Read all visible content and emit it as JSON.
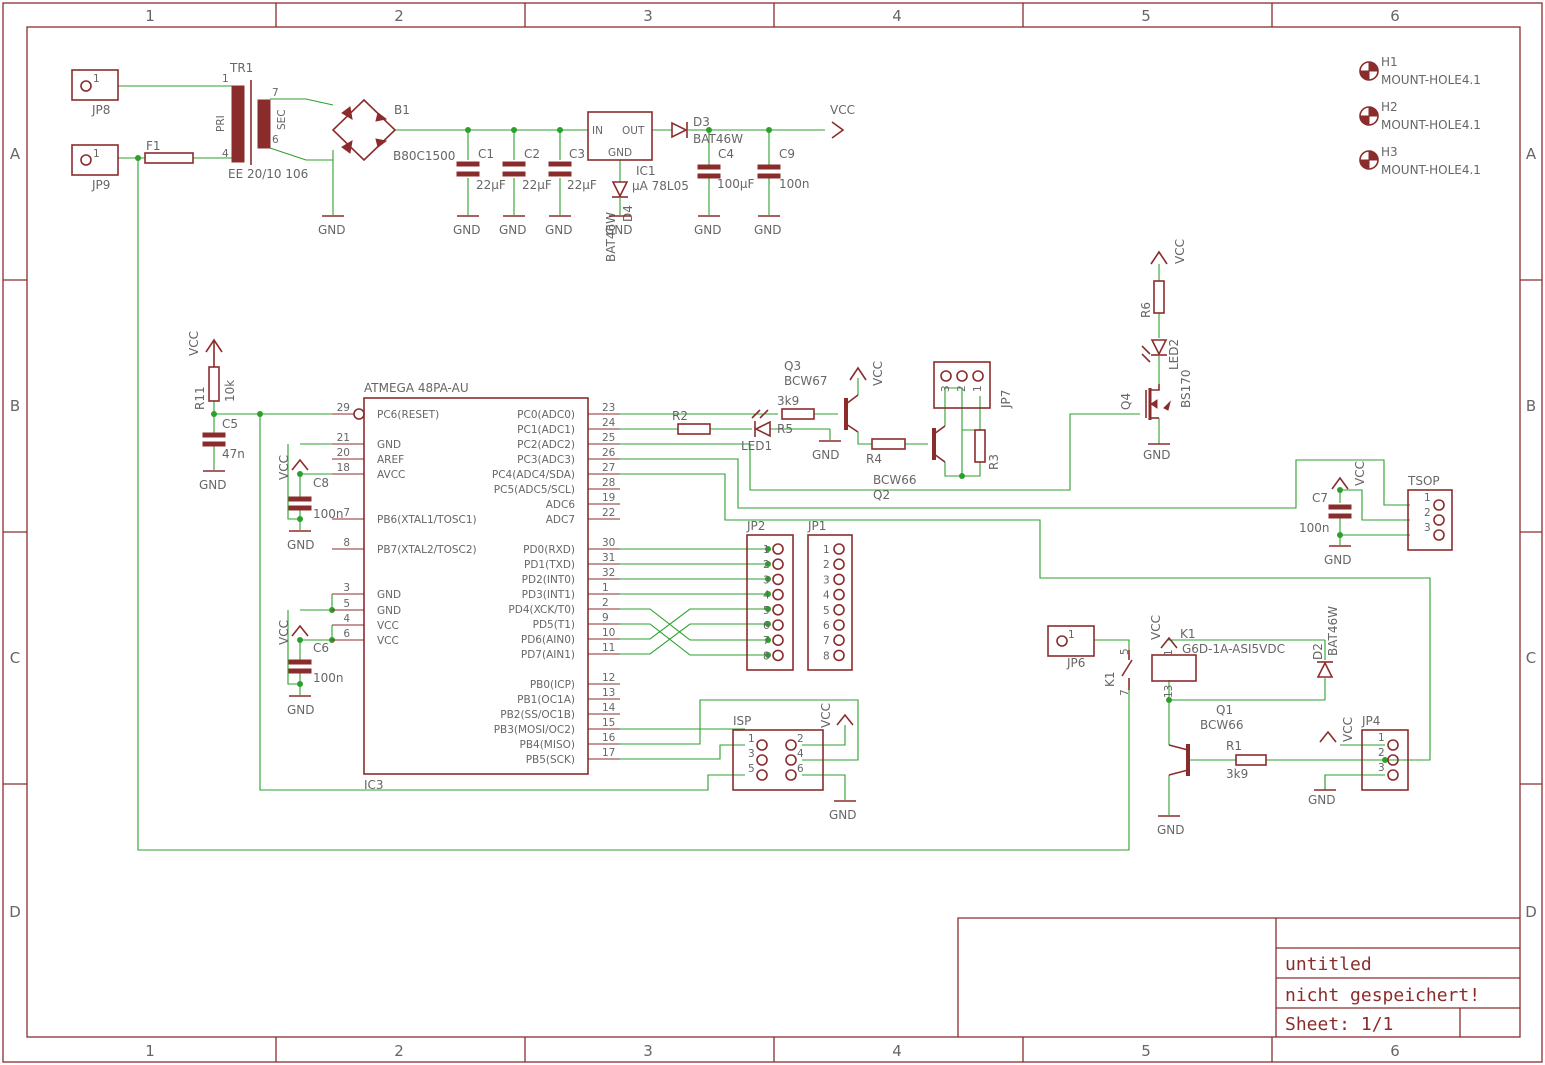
{
  "frame": {
    "columns": [
      "1",
      "2",
      "3",
      "4",
      "5",
      "6"
    ],
    "rows": [
      "A",
      "B",
      "C",
      "D"
    ]
  },
  "title_block": {
    "name": "untitled",
    "status": "nicht gespeichert!",
    "sheet": "Sheet: 1/1"
  },
  "mount_holes": [
    {
      "ref": "H1",
      "value": "MOUNT-HOLE4.1"
    },
    {
      "ref": "H2",
      "value": "MOUNT-HOLE4.1"
    },
    {
      "ref": "H3",
      "value": "MOUNT-HOLE4.1"
    }
  ],
  "nets": {
    "gnd": "GND",
    "vcc": "VCC"
  },
  "parts": {
    "jp8": "JP8",
    "jp9": "JP9",
    "jp6": "JP6",
    "jp4": "JP4",
    "jp7": "JP7",
    "jp2": "JP2",
    "jp1": "JP1",
    "tsop": "TSOP",
    "isp": "ISP",
    "tr1": "TR1",
    "tr1_val": "EE 20/10 106",
    "tr1_pri": "PRI",
    "tr1_sec": "SEC",
    "f1": "F1",
    "b1": "B1",
    "b1_val": "B80C1500",
    "c1": "C1",
    "c2": "C2",
    "c3": "C3",
    "c1_val": "22µF",
    "c2_val": "22µF",
    "c3_val": "22µF",
    "ic1": "IC1",
    "ic1_val": "µA 78L05",
    "ic1_in": "IN",
    "ic1_out": "OUT",
    "ic1_gnd": "GND",
    "d3": "D3",
    "d3_val": "BAT46W",
    "d4": "D4",
    "d4_val": "BAT46W",
    "c4": "C4",
    "c4_val": "100µF",
    "c9": "C9",
    "c9_val": "100n",
    "r11": "R11",
    "r11_val": "10k",
    "c5": "C5",
    "c5_val": "47n",
    "c8": "C8",
    "c8_val": "100n",
    "c6": "C6",
    "c6_val": "100n",
    "ic3": "IC3",
    "ic3_val": "ATMEGA 48PA-AU",
    "r2": "R2",
    "led1": "LED1",
    "r5": "R5",
    "r5_val": "3k9",
    "q3": "Q3",
    "q3_val": "BCW67",
    "r4": "R4",
    "r3": "R3",
    "q2": "Q2",
    "q2_val": "BCW66",
    "r6": "R6",
    "led2": "LED2",
    "q4": "Q4",
    "q4_val": "BS170",
    "c7": "C7",
    "c7_val": "100n",
    "k1": "K1",
    "k1_val": "G6D-1A-ASI5VDC",
    "d2": "D2",
    "d2_val": "BAT46W",
    "q1": "Q1",
    "q1_val": "BCW66",
    "r1": "R1",
    "r1_val": "3k9"
  },
  "ic3_left_pins": [
    {
      "num": "29",
      "name": "PC6(RESET)"
    },
    {
      "num": "21",
      "name": "GND"
    },
    {
      "num": "20",
      "name": "AREF"
    },
    {
      "num": "18",
      "name": "AVCC"
    },
    {
      "num": "7",
      "name": "PB6(XTAL1/TOSC1)"
    },
    {
      "num": "8",
      "name": "PB7(XTAL2/TOSC2)"
    },
    {
      "num": "3",
      "name": "GND"
    },
    {
      "num": "5",
      "name": "GND"
    },
    {
      "num": "4",
      "name": "VCC"
    },
    {
      "num": "6",
      "name": "VCC"
    }
  ],
  "ic3_right_pins": [
    {
      "num": "23",
      "name": "PC0(ADC0)"
    },
    {
      "num": "24",
      "name": "PC1(ADC1)"
    },
    {
      "num": "25",
      "name": "PC2(ADC2)"
    },
    {
      "num": "26",
      "name": "PC3(ADC3)"
    },
    {
      "num": "27",
      "name": "PC4(ADC4/SDA)"
    },
    {
      "num": "28",
      "name": "PC5(ADC5/SCL)"
    },
    {
      "num": "19",
      "name": "ADC6"
    },
    {
      "num": "22",
      "name": "ADC7"
    },
    {
      "num": "30",
      "name": "PD0(RXD)"
    },
    {
      "num": "31",
      "name": "PD1(TXD)"
    },
    {
      "num": "32",
      "name": "PD2(INT0)"
    },
    {
      "num": "1",
      "name": "PD3(INT1)"
    },
    {
      "num": "2",
      "name": "PD4(XCK/T0)"
    },
    {
      "num": "9",
      "name": "PD5(T1)"
    },
    {
      "num": "10",
      "name": "PD6(AIN0)"
    },
    {
      "num": "11",
      "name": "PD7(AIN1)"
    },
    {
      "num": "12",
      "name": "PB0(ICP)"
    },
    {
      "num": "13",
      "name": "PB1(OC1A)"
    },
    {
      "num": "14",
      "name": "PB2(SS/OC1B)"
    },
    {
      "num": "15",
      "name": "PB3(MOSI/OC2)"
    },
    {
      "num": "16",
      "name": "PB4(MISO)"
    },
    {
      "num": "17",
      "name": "PB5(SCK)"
    }
  ],
  "header_pins": [
    "1",
    "2",
    "3",
    "4",
    "5",
    "6",
    "7",
    "8"
  ],
  "tsop_pins": [
    "1",
    "2",
    "3"
  ],
  "jp7_pins": [
    "3",
    "2",
    "1"
  ],
  "isp_pins": [
    "1",
    "2",
    "3",
    "4",
    "5",
    "6"
  ],
  "misc_pins": {
    "one": "1",
    "two": "2",
    "three": "3",
    "four": "4",
    "five": "5",
    "six": "6",
    "seven": "7",
    "thirteen": "13"
  }
}
